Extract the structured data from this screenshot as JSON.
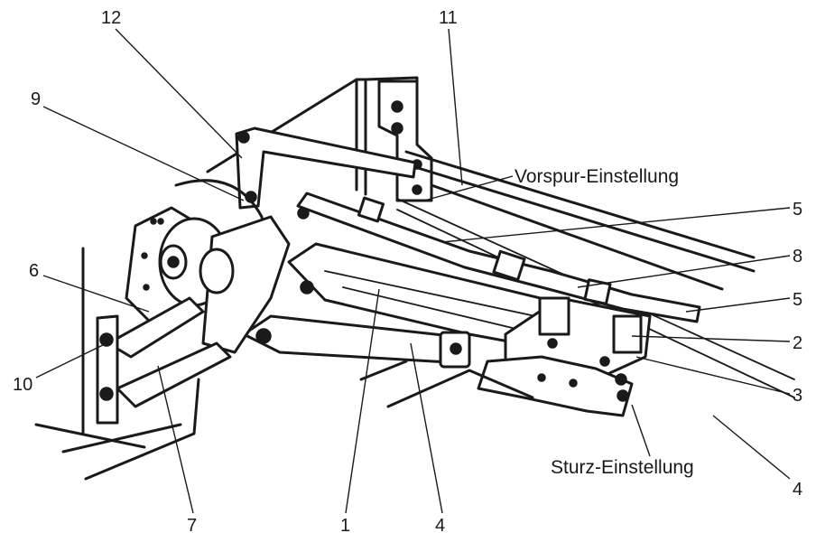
{
  "labels": {
    "n12": "12",
    "n11": "11",
    "n9": "9",
    "n6": "6",
    "n10": "10",
    "n7": "7",
    "n1": "1",
    "n4_bottom": "4",
    "n5_top": "5",
    "n8": "8",
    "n5_mid": "5",
    "n2": "2",
    "n3": "3",
    "n4_right": "4",
    "toe_adjustment": "Vorspur-Einstellung",
    "camber_adjustment": "Sturz-Einstellung"
  },
  "colors": {
    "ink": "#1a1a1a",
    "paper": "#ffffff"
  }
}
